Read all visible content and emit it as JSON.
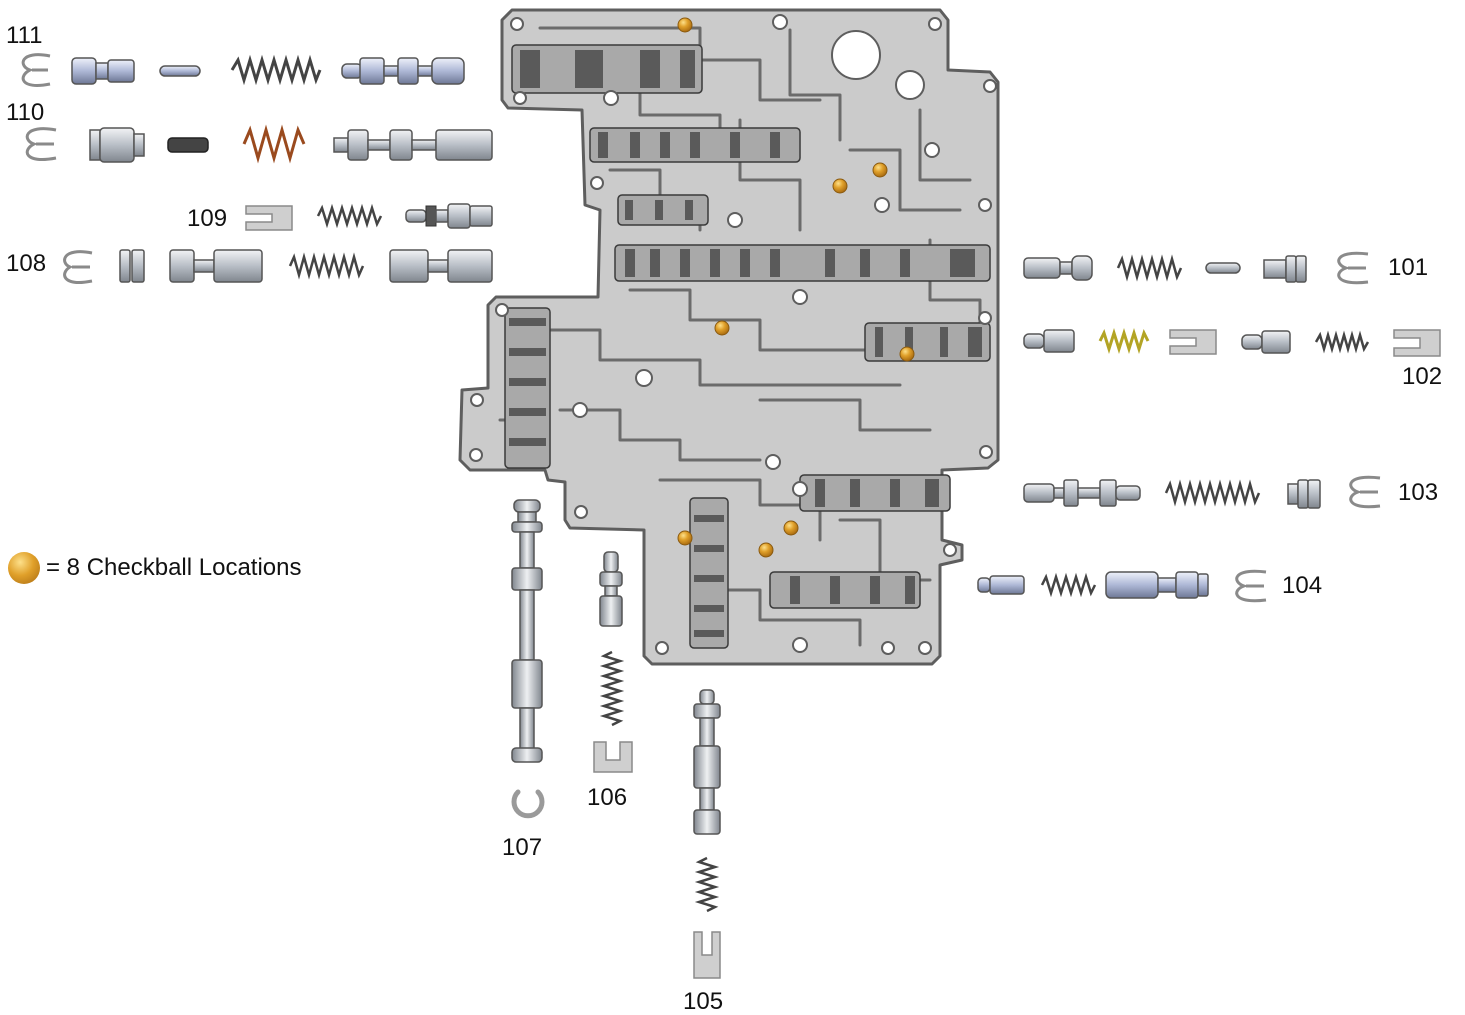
{
  "legend": {
    "icon": "checkball-icon",
    "text": "= 8 Checkball Locations",
    "checkball_color": "#d4921e"
  },
  "callouts": {
    "c101": "101",
    "c102": "102",
    "c103": "103",
    "c104": "104",
    "c105": "105",
    "c106": "106",
    "c107": "107",
    "c108": "108",
    "c109": "109",
    "c110": "110",
    "c111": "111"
  },
  "colors": {
    "valve_body": "#c9c9c9",
    "valve_body_edge": "#5a5a5a",
    "part_metal": "#b8bec6",
    "part_blue": "#aeb8d6",
    "spring_dark": "#444444",
    "spring_copper": "#9a4a1e",
    "spring_yellow": "#b3a425",
    "retainer": "#c2c2c2"
  }
}
